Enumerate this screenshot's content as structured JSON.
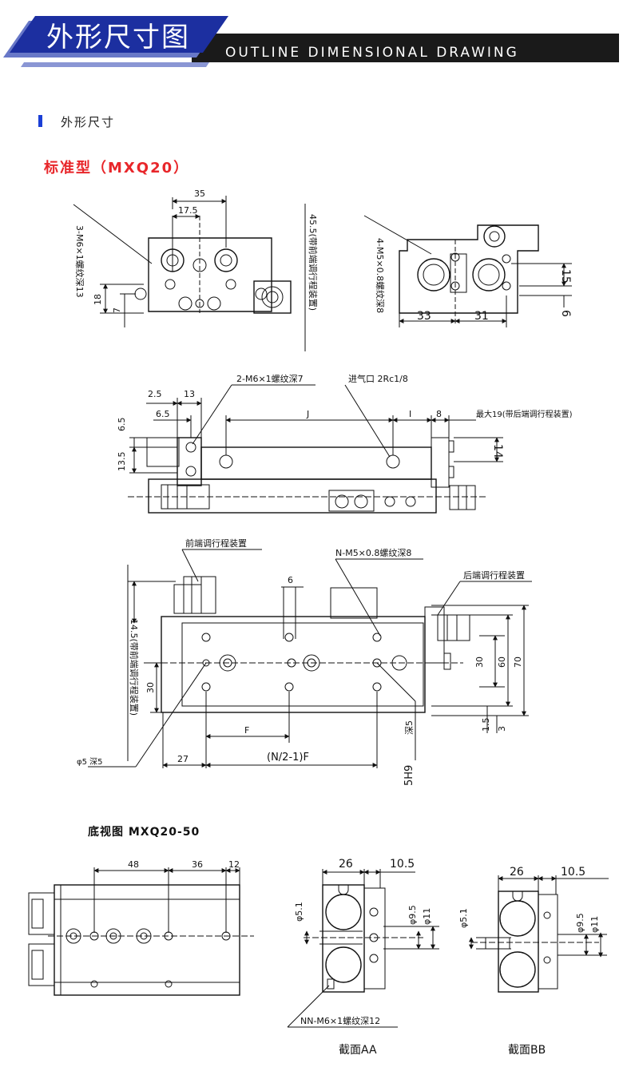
{
  "header": {
    "title": "外形尺寸图",
    "subtitle": "OUTLINE DIMENSIONAL DRAWING"
  },
  "section": {
    "title": "外形尺寸"
  },
  "model": {
    "title": "标准型（MXQ20）"
  },
  "bottom": {
    "title": "底视图 MXQ20-50",
    "caption_aa": "截面AA",
    "caption_bb": "截面BB"
  },
  "view1": {
    "dims": [
      "35",
      "17.5",
      "18",
      "7"
    ],
    "note_thread": "3-M6×1螺纹深13",
    "note_stroke": "45.5(带前端调行程装置)"
  },
  "view2": {
    "dims": [
      "33",
      "31",
      "15",
      "6"
    ],
    "note_thread": "4-M5×0.8螺纹深8"
  },
  "view3": {
    "dims": [
      "2.5",
      "13",
      "6.5",
      "6.5",
      "J",
      "I",
      "8",
      "13.5",
      "14"
    ],
    "note_thread": "2-M6×1螺纹深7",
    "note_port": "进气口 2Rc1/8",
    "note_max": "最大19(带后端调行程装置)"
  },
  "view4": {
    "dims": [
      "6",
      "30",
      "60",
      "70",
      "30",
      "1.5",
      "3",
      "27",
      "F",
      "5H9",
      "深5"
    ],
    "note_front": "前端调行程装置",
    "note_rear": "后端调行程装置",
    "note_thread": "N-M5×0.8螺纹深8",
    "note_stroke": "14.5(带前端调行程装置)",
    "note_pin": "φ5 深5",
    "formula": "(N/2-1)F"
  },
  "view5": {
    "dims": [
      "48",
      "36",
      "12"
    ]
  },
  "view6": {
    "dims": [
      "26",
      "10.5",
      "φ5.1",
      "φ9.5",
      "φ11"
    ],
    "note_thread": "NN-M6×1螺纹深12"
  },
  "view7": {
    "dims": [
      "26",
      "10.5",
      "φ5.1",
      "φ9.5",
      "φ11"
    ]
  },
  "colors": {
    "header_band": "#1a1a1a",
    "header_blue": "#1c2fa0",
    "accent_red": "#e8262a",
    "section_bar": "#1b3fd6"
  }
}
